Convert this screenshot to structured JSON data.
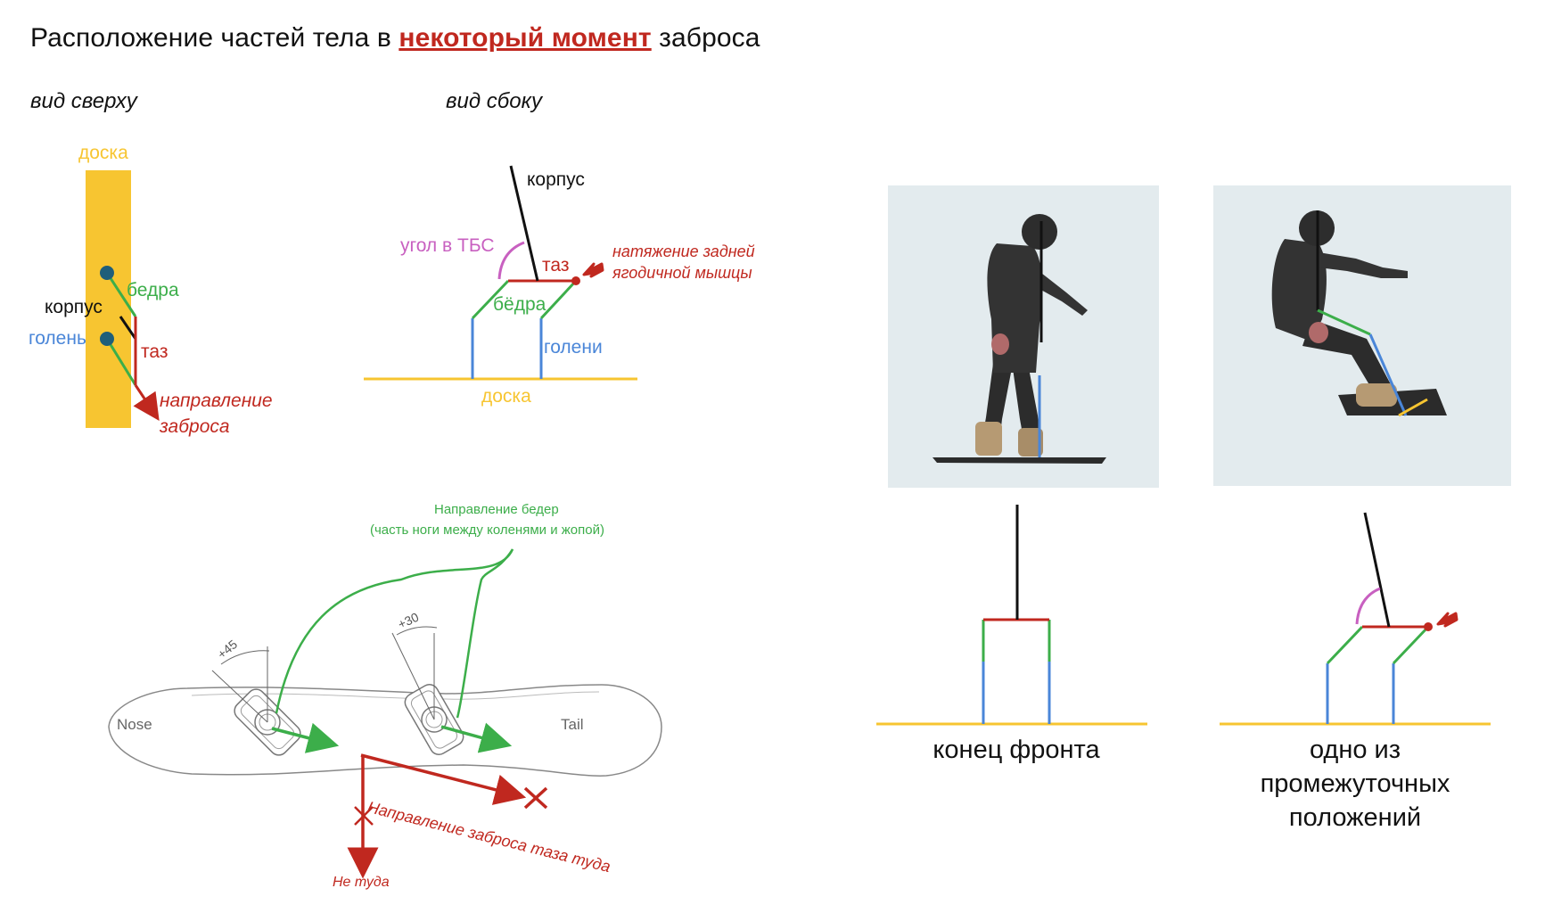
{
  "title": {
    "before": "Расположение частей тела в ",
    "highlight": "некоторый момент",
    "after": " заброса"
  },
  "top_view": {
    "subtitle": "вид сверху",
    "labels": {
      "board": "доска",
      "hips": "бедра",
      "torso": "корпус",
      "shin": "голень",
      "pelvis": "таз",
      "direction_line1": "направление",
      "direction_line2": "заброса"
    }
  },
  "side_view": {
    "subtitle": "вид сбоку",
    "labels": {
      "torso": "корпус",
      "angle": "угол в ТБС",
      "pelvis": "таз",
      "tension_line1": "натяжение задней",
      "tension_line2": "ягодичной мышцы",
      "thighs": "бёдра",
      "shins": "голени",
      "board": "доска"
    }
  },
  "board_diagram": {
    "hips_direction_line1": "Направление бедер",
    "hips_direction_line2": "(часть ноги между коленями и жопой)",
    "angle_front": "+45",
    "angle_rear": "+30",
    "nose": "Nose",
    "tail": "Tail",
    "throw_direction": "Направление заброса таза туда",
    "not_there": "Не туда"
  },
  "photos": {
    "left_caption": "конец фронта",
    "right_caption_lines": [
      "одно из",
      "промежуточных",
      "положений"
    ]
  },
  "colors": {
    "board": "#f7c531",
    "pelvis": "#c0281f",
    "thigh": "#3cae4a",
    "shin": "#4a86d8",
    "torso": "#111111",
    "angle_arc": "#c860c0",
    "accent_red": "#c0281f",
    "snow": "#e3ebee"
  }
}
